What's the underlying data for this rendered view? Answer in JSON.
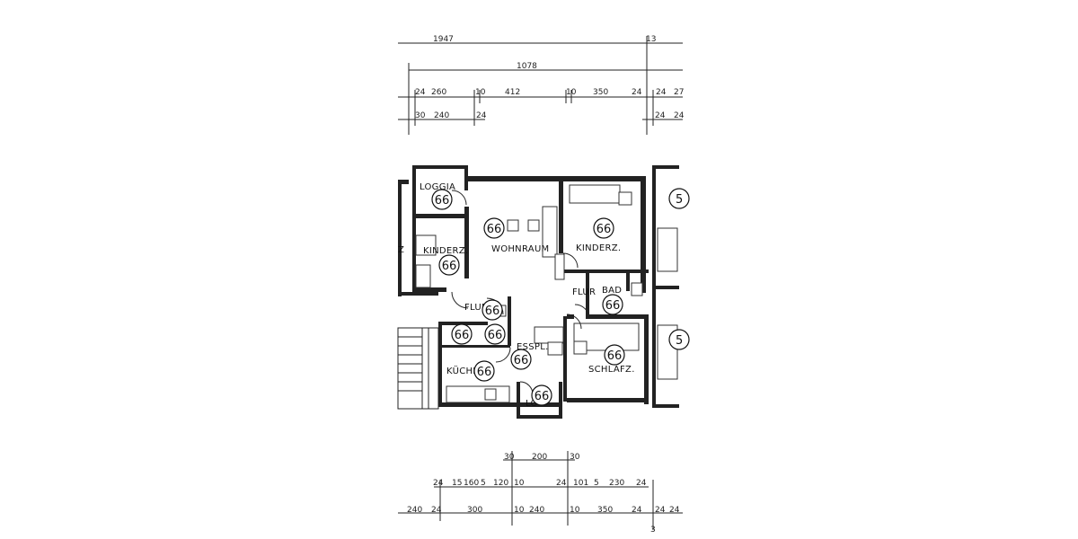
{
  "dimensions": {
    "top_row1": [
      "1947",
      "13"
    ],
    "top_row2": [
      "1078"
    ],
    "top_row3": [
      "24",
      "260",
      "10",
      "412",
      "10",
      "350",
      "24",
      "24",
      "27"
    ],
    "top_row4": [
      "30",
      "240",
      "24",
      "24",
      "24"
    ],
    "bottom_row1": [
      "30",
      "200",
      "30"
    ],
    "bottom_row2": [
      "24",
      "15",
      "160",
      "5",
      "120",
      "10",
      "24",
      "101",
      "5",
      "230",
      "24"
    ],
    "bottom_row3": [
      "240",
      "24",
      "300",
      "10",
      "240",
      "10",
      "350",
      "24",
      "24",
      "24"
    ],
    "bottom_mark": "3"
  },
  "rooms": {
    "loggia_top": "LOGGIA",
    "kinderz_left": "KINDERZ.",
    "wohnraum": "WOHNRAUM",
    "kinderz_right": "KINDERZ.",
    "flur_left": "FLUR",
    "flur_right": "FLUR",
    "bad": "BAD",
    "esspl": "ESSPL.",
    "kueche": "KÜCHE",
    "schlafz": "SCHLAFZ.",
    "loggia_bottom": "LO",
    "edge_left": "Z",
    "edge_right_top": "5",
    "edge_right_mid": "5"
  },
  "markers": {
    "value": "66"
  }
}
